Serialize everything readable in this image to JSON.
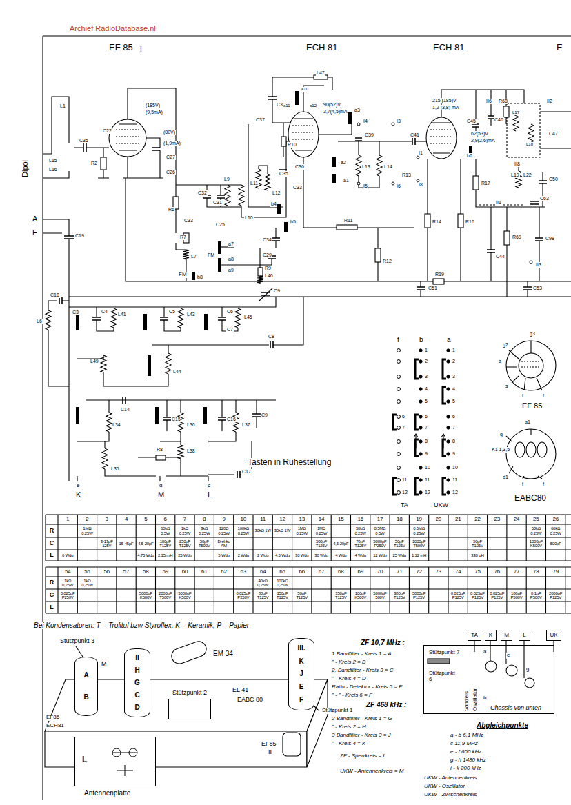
{
  "diagram": {
    "nodes": [
      {
        "text": [
          "A",
          "B"
        ]
      },
      {
        "text": [
          "II",
          "H",
          "G",
          "C",
          "D"
        ]
      },
      {
        "text": [
          "III.",
          "K",
          "J",
          "E",
          "F"
        ]
      },
      {
        "text": [
          "Stützpunkt 2"
        ]
      },
      {
        "text": [
          "L",
          "Antennenplatte"
        ]
      },
      {
        "text": [
          "TA"
        ]
      },
      {
        "text": [
          "K"
        ]
      },
      {
        "text": [
          "M"
        ]
      },
      {
        "text": [
          "L"
        ]
      },
      {
        "text": [
          "UK"
        ]
      },
      {
        "text": [
          "Stützpunkt 7",
          "Stützpunkt 6",
          "Vorkreis",
          "Oszillator",
          "Chassis von unten"
        ]
      }
    ],
    "labels": [
      "Archief RadioDatabase.nl",
      "EF 85",
      "I",
      "ECH 81",
      "ECH 81",
      "E",
      "L1",
      "Dipol",
      "L15",
      "L16",
      "C35",
      "C22",
      "R2",
      "C27",
      "C26",
      "(185V)",
      "(9,5mA)",
      "(80V)",
      "(1,9mA)",
      "R6",
      "C32",
      "C31",
      "C33",
      "C25",
      "L9",
      "L10",
      "R7",
      "L7",
      "a7",
      "FM",
      "a8",
      "a9",
      "FM",
      "b8",
      "C38",
      "L47",
      "a10",
      "a11",
      "a12",
      "90(52)V",
      "3,7(4,5)mA",
      "C37",
      "R10",
      "L11",
      "L12",
      "C35",
      "C36",
      "C33",
      "a3",
      "I4",
      "I3",
      "C39",
      "a2",
      "L13",
      "L14",
      "a1",
      "I5",
      "I6",
      "b4",
      "b5",
      "C34",
      "R11",
      "C29",
      "R12",
      "C41",
      "I1",
      "R13",
      "I8",
      "215 (185)V",
      "1,2 (3,8) mA",
      "II6",
      "R68",
      "II2",
      "C46",
      "C45",
      "62(53)V",
      "2,9(2,6)mA",
      "L17",
      "L18",
      "II8",
      "C47",
      "b6",
      "L19",
      "L22",
      "C50",
      "C63",
      "R17",
      "II1",
      "R14",
      "R16",
      "R69",
      "C98",
      "C44",
      "II3",
      "R9",
      "L46",
      "R19",
      "C9",
      "C51",
      "C53",
      "A",
      "E",
      "C19",
      "C18",
      "L6",
      "C3",
      "C4",
      "L41",
      "C5",
      "L43",
      "C6",
      "L45",
      "C7",
      "C8",
      "L49",
      "L44",
      "C14",
      "L34",
      "C15",
      "L36",
      "C16",
      "L37",
      "C9",
      "R8",
      "L38",
      "L35",
      "C17",
      "e",
      "K",
      "d",
      "M",
      "c",
      "L",
      "Tasten in Ruhestellung",
      "f",
      "b",
      "a",
      "6",
      "7",
      "11",
      "12",
      "1",
      "2",
      "3",
      "4",
      "5",
      "6",
      "7",
      "8",
      "9",
      "10",
      "11",
      "12",
      "1",
      "2",
      "3",
      "4",
      "5",
      "6",
      "7",
      "8",
      "9",
      "10",
      "11",
      "12",
      "TA",
      "UKW",
      "g3",
      "g2",
      "a",
      "s",
      "f",
      "f",
      "EF 85",
      "a1",
      "g",
      "K1 1,3,5",
      "d1",
      "f",
      "f",
      "EABC80",
      "Bei Kondensatoren: T = Trolitul bzw Styroflex, K = Keramik, P = Papier",
      "Stützpunkt 3",
      "M",
      "EF85",
      "ECH81",
      "EM 34",
      "EL 41",
      "EABC 80",
      "Stützpunkt 1",
      "EF85",
      "II",
      "ZF 10,7 MHz :",
      "1 Bandfilter - Kreis 1 = A",
      "\" - Kreis 2 = B",
      "2. Bandfilter - Kreis 3 = C",
      "\" - Kreis 4 = D",
      "Ratio - Detektor - Kreis 5 = E",
      "\" - \" - Kreis 6 = F",
      "ZF 468 kHz :",
      "2 Bandfilter - Kreis 1 = G",
      "\" - Kreis 2 = H",
      "3 Bandfilter - Kreis 3 = J",
      "\" - Kreis 4 = K",
      "ZF - Sperrkreis = L",
      "UKW - Antennenkreis = M",
      "Abgleichpunkte",
      "a - b 6,1 MHz",
      "c 11,9 MHz",
      "e - f 600 kHz",
      "g - h 1480 kHz",
      "i - k 200 kHz",
      "UKW - Antennenkreis",
      "UKW - Oszillator",
      "UKW - Zwischenkreis",
      "a",
      "c",
      "g",
      "b",
      "1",
      "2",
      "3",
      "4",
      "5",
      "6",
      "7",
      "8",
      "9",
      "10",
      "11",
      "12",
      "13",
      "14",
      "15",
      "16",
      "17",
      "18",
      "19",
      "20",
      "21",
      "22",
      "23",
      "24",
      "25",
      "26",
      "R",
      "C",
      "L",
      "1MΩ 0,25W",
      "60kΩ 0,5W",
      "1kΩ 0,25W",
      "3kΩ 0,25W",
      "120Ω 0,25W",
      "100kΩ 0,25W",
      "30kΩ 1W",
      "30kΩ 1W",
      "1MΩ 0,25W",
      "1MΩ 0,25W",
      "50kΩ 0,25W",
      "0,5MΩ 0,5W",
      "0,5MΩ 0,25W",
      "50kΩ 0,25W",
      "60kΩ 0,25W",
      "3-13pF 125V",
      "15-45pF",
      "4,5-20pF",
      "100pF T125V",
      "250pF T125V",
      "50pF T500V",
      "Drehko AM",
      "500pF T125V",
      "4,5-20pF",
      "70pF T125V",
      "5000pF P250V",
      "50pF T125V",
      "1000pF T500V",
      "50pF T125V",
      "1000pF K500V",
      "500pF",
      "6 Wdg",
      "4,75 Wdg",
      "2,15 mH",
      "25 Wdg",
      "5 Wdg",
      "2 Wdg",
      "2 Wdg",
      "4,5 Wdg",
      "30 Wdg",
      "30 Wdg",
      "4 Wdg",
      "4 Wdg",
      "12 Wdg",
      "25 Wdg",
      "1,12 mH",
      "330 µH",
      "54",
      "55",
      "56",
      "57",
      "58",
      "59",
      "60",
      "61",
      "62",
      "63",
      "64",
      "65",
      "66",
      "67",
      "68",
      "69",
      "70",
      "71",
      "72",
      "73",
      "74",
      "75",
      "76",
      "77",
      "78",
      "79",
      "R",
      "C",
      "L",
      "1kΩ 0,25W",
      "1kΩ 0,25W",
      "40kΩ 0,25W",
      "100kΩ 0,25W",
      "0,025µF P250V",
      "5000pF K500V",
      "2000pF T500V",
      "5000pF K500V",
      "0,025µF P250V",
      "80pF T125V",
      "150pF T125V",
      "50pF T125V",
      "350pF T125V",
      "100pF K500V",
      "5000pF 500V",
      "380pF T125V",
      "5000pF P125V",
      "0,025µF P125V",
      "0,025µF P125V",
      "0,025µF P125V",
      "100pF P500V",
      "0,1µF P500V",
      "2000pF P125V"
    ]
  }
}
